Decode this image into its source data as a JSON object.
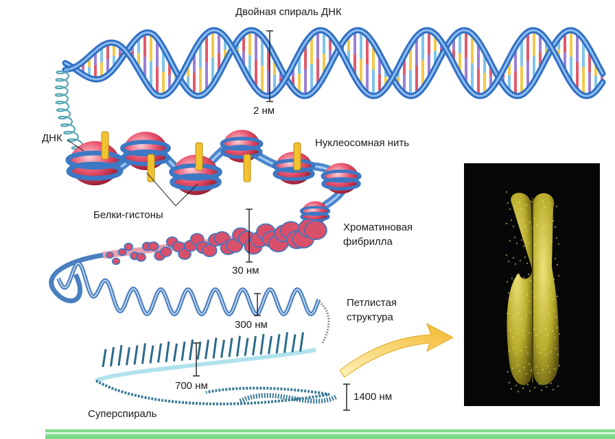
{
  "labels": {
    "dna_double_helix": "Двойная спираль ДНК",
    "dna_width": "2 нм",
    "dna": "ДНК",
    "nucleosome_string": "Нуклеосомная нить",
    "histone_proteins": "Белки-гистоны",
    "chromatin_fibril_line1": "Хроматиновая",
    "chromatin_fibril_line2": "фибрилла",
    "fibril_width": "30 нм",
    "loop_structure_line1": "Петлистая",
    "loop_structure_line2": "структура",
    "loop_width": "300 нм",
    "supercoil_width": "700 нм",
    "chromosome_width": "1400 нм",
    "supercoil": "Суперспираль"
  },
  "colors": {
    "helix_backbone": "#2f6fc4",
    "helix_highlight": "#8fbdf0",
    "base_pairs": [
      "#e05a6a",
      "#f2c94c",
      "#9b7fd4",
      "#7fc4e8"
    ],
    "nucleosome_core": "#e8506a",
    "histone_linker": "#f2c230",
    "chromatin": "#d8506a",
    "loop_coil": "#4a7fc0",
    "arrow": "#f3c445",
    "chromosome": "#b8ac2c",
    "photo_background": "#070707",
    "bottom_bar": "#7fd98a"
  }
}
